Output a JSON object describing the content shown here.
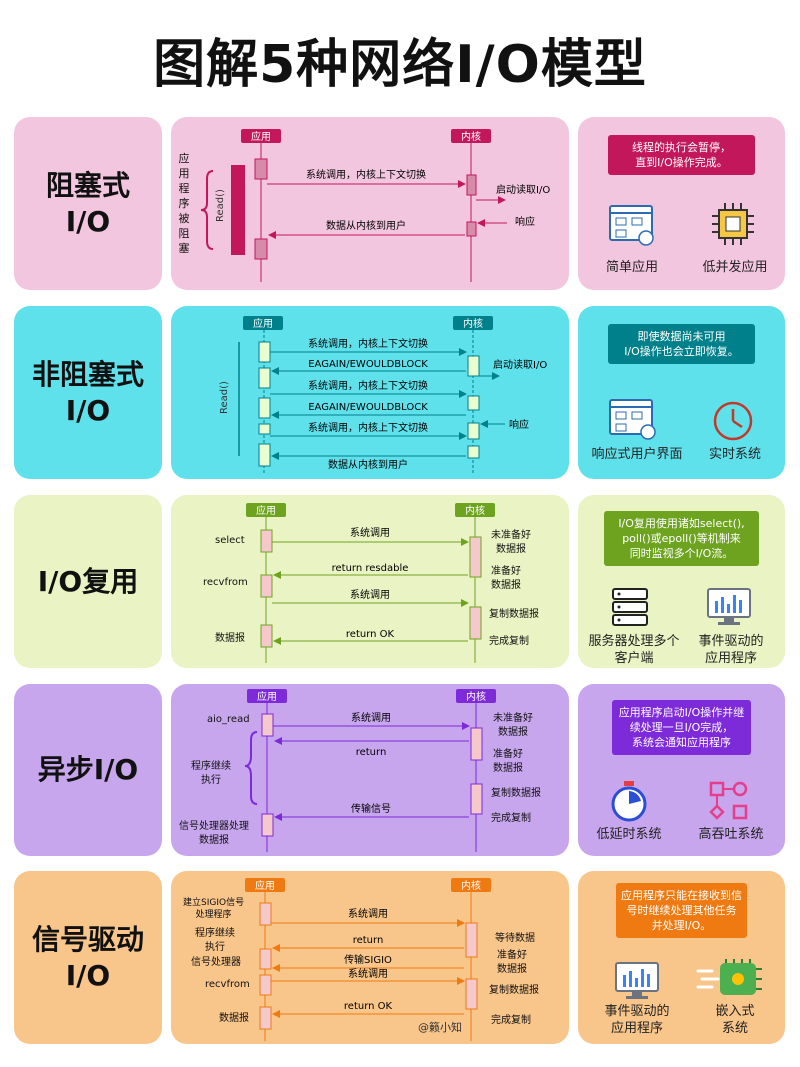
{
  "title": "图解5种网络I/O模型",
  "watermark": "@籁小知",
  "colors": {
    "blocking": "#F3C6DF",
    "blocking_dark": "#C2185B",
    "nonblocking": "#5FE1EC",
    "nonblocking_dark": "#00808A",
    "multiplex": "#E9F3C3",
    "multiplex_dark": "#6EA320",
    "async": "#C7A6EE",
    "async_dark": "#7D2AD9",
    "signal": "#F8C58A",
    "signal_dark": "#EF7A12"
  },
  "models": [
    {
      "key": "blocking",
      "label": "阻塞式\nI/O",
      "col_app": "应用",
      "col_kernel": "内核",
      "side_text": [
        "应",
        "用",
        "程",
        "序",
        "被",
        "阻",
        "塞"
      ],
      "brace_text": "Read()",
      "messages": [
        "系统调用，内核上下文切换",
        "数据从内核到用户"
      ],
      "kernel_notes": [
        "启动读取I/O",
        "响应"
      ],
      "note": "线程的执行会暂停，\n直到I/O操作完成。",
      "icons": [
        {
          "name": "ui-window-icon",
          "caption": "简单应用"
        },
        {
          "name": "cpu-chip-icon",
          "caption": "低并发应用"
        }
      ]
    },
    {
      "key": "nonblocking",
      "label": "非阻塞式\nI/O",
      "col_app": "应用",
      "col_kernel": "内核",
      "brace_text": "Read()",
      "messages": [
        "系统调用，内核上下文切换",
        "EAGAIN/EWOULDBLOCK",
        "系统调用，内核上下文切换",
        "EAGAIN/EWOULDBLOCK",
        "系统调用，内核上下文切换",
        "数据从内核到用户"
      ],
      "kernel_notes": [
        "启动读取I/O",
        "响应"
      ],
      "note": "即使数据尚未可用\nI/O操作也会立即恢复。",
      "icons": [
        {
          "name": "responsive-ui-icon",
          "caption": "响应式用户界面"
        },
        {
          "name": "clock-icon",
          "caption": "实时系统"
        }
      ]
    },
    {
      "key": "multiplex",
      "label": "I/O复用",
      "col_app": "应用",
      "col_kernel": "内核",
      "app_notes": [
        "select",
        "recvfrom",
        "数据报"
      ],
      "messages": [
        "系统调用",
        "return resdable",
        "系统调用",
        "return OK"
      ],
      "kernel_notes": [
        "未准备好\n数据报",
        "准备好\n数据报",
        "复制数据报",
        "完成复制"
      ],
      "note": "I/O复用使用诸如select(),\npoll()或epoll()等机制来\n同时监视多个I/O流。",
      "icons": [
        {
          "name": "server-icon",
          "caption": "服务器处理多个\n客户端"
        },
        {
          "name": "monitor-icon",
          "caption": "事件驱动的\n应用程序"
        }
      ]
    },
    {
      "key": "async",
      "label": "异步I/O",
      "col_app": "应用",
      "col_kernel": "内核",
      "app_notes": [
        "aio_read",
        "程序继续\n执行",
        "信号处理器处理\n数据报"
      ],
      "messages": [
        "系统调用",
        "return",
        "传输信号"
      ],
      "kernel_notes": [
        "未准备好\n数据报",
        "准备好\n数据报",
        "复制数据报",
        "完成复制"
      ],
      "note": "应用程序启动I/O操作并继\n续处理一旦I/O完成，\n系统会通知应用程序",
      "icons": [
        {
          "name": "stopwatch-icon",
          "caption": "低延时系统"
        },
        {
          "name": "flow-shapes-icon",
          "caption": "高吞吐系统"
        }
      ]
    },
    {
      "key": "signal",
      "label": "信号驱动\nI/O",
      "col_app": "应用",
      "col_kernel": "内核",
      "app_notes": [
        "建立SIGIO信号\n处理程序",
        "程序继续\n执行",
        "信号处理器",
        "recvfrom",
        "数据报"
      ],
      "messages": [
        "系统调用",
        "return",
        "传输SIGIO",
        "系统调用",
        "return OK"
      ],
      "kernel_notes": [
        "等待数据",
        "准备好\n数据报",
        "复制数据报",
        "完成复制"
      ],
      "note": "应用程序只能在接收到信\n号时继续处理其他任务\n并处理I/O。",
      "icons": [
        {
          "name": "monitor-icon",
          "caption": "事件驱动的\n应用程序"
        },
        {
          "name": "embedded-chip-icon",
          "caption": "嵌入式\n系统"
        }
      ]
    }
  ]
}
